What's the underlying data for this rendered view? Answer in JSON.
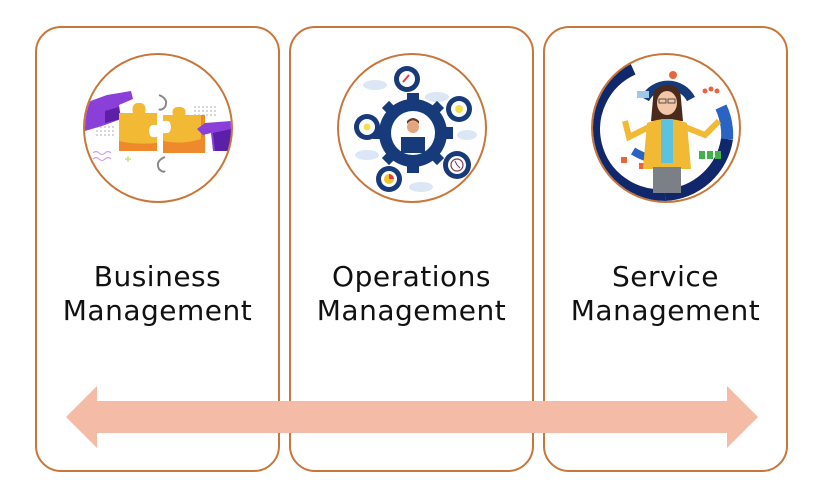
{
  "diagram": {
    "cards": [
      {
        "id": "business",
        "line1": "Business",
        "line2": "Management",
        "icon": "puzzle-hands-icon"
      },
      {
        "id": "operations",
        "line1": "Operations",
        "line2": "Management",
        "icon": "gears-person-icon"
      },
      {
        "id": "service",
        "line1": "Service",
        "line2": "Management",
        "icon": "service-agent-icon"
      }
    ],
    "arrow": {
      "type": "double-headed",
      "direction": "horizontal",
      "color": "#F4BBA6"
    },
    "colors": {
      "card_border": "#C8763A",
      "text": "#111111",
      "arrow": "#F4BBA6",
      "purple": "#8B3FD9",
      "yellow": "#F2B934",
      "orange": "#EE8A2C",
      "navy": "#173B7A"
    }
  }
}
